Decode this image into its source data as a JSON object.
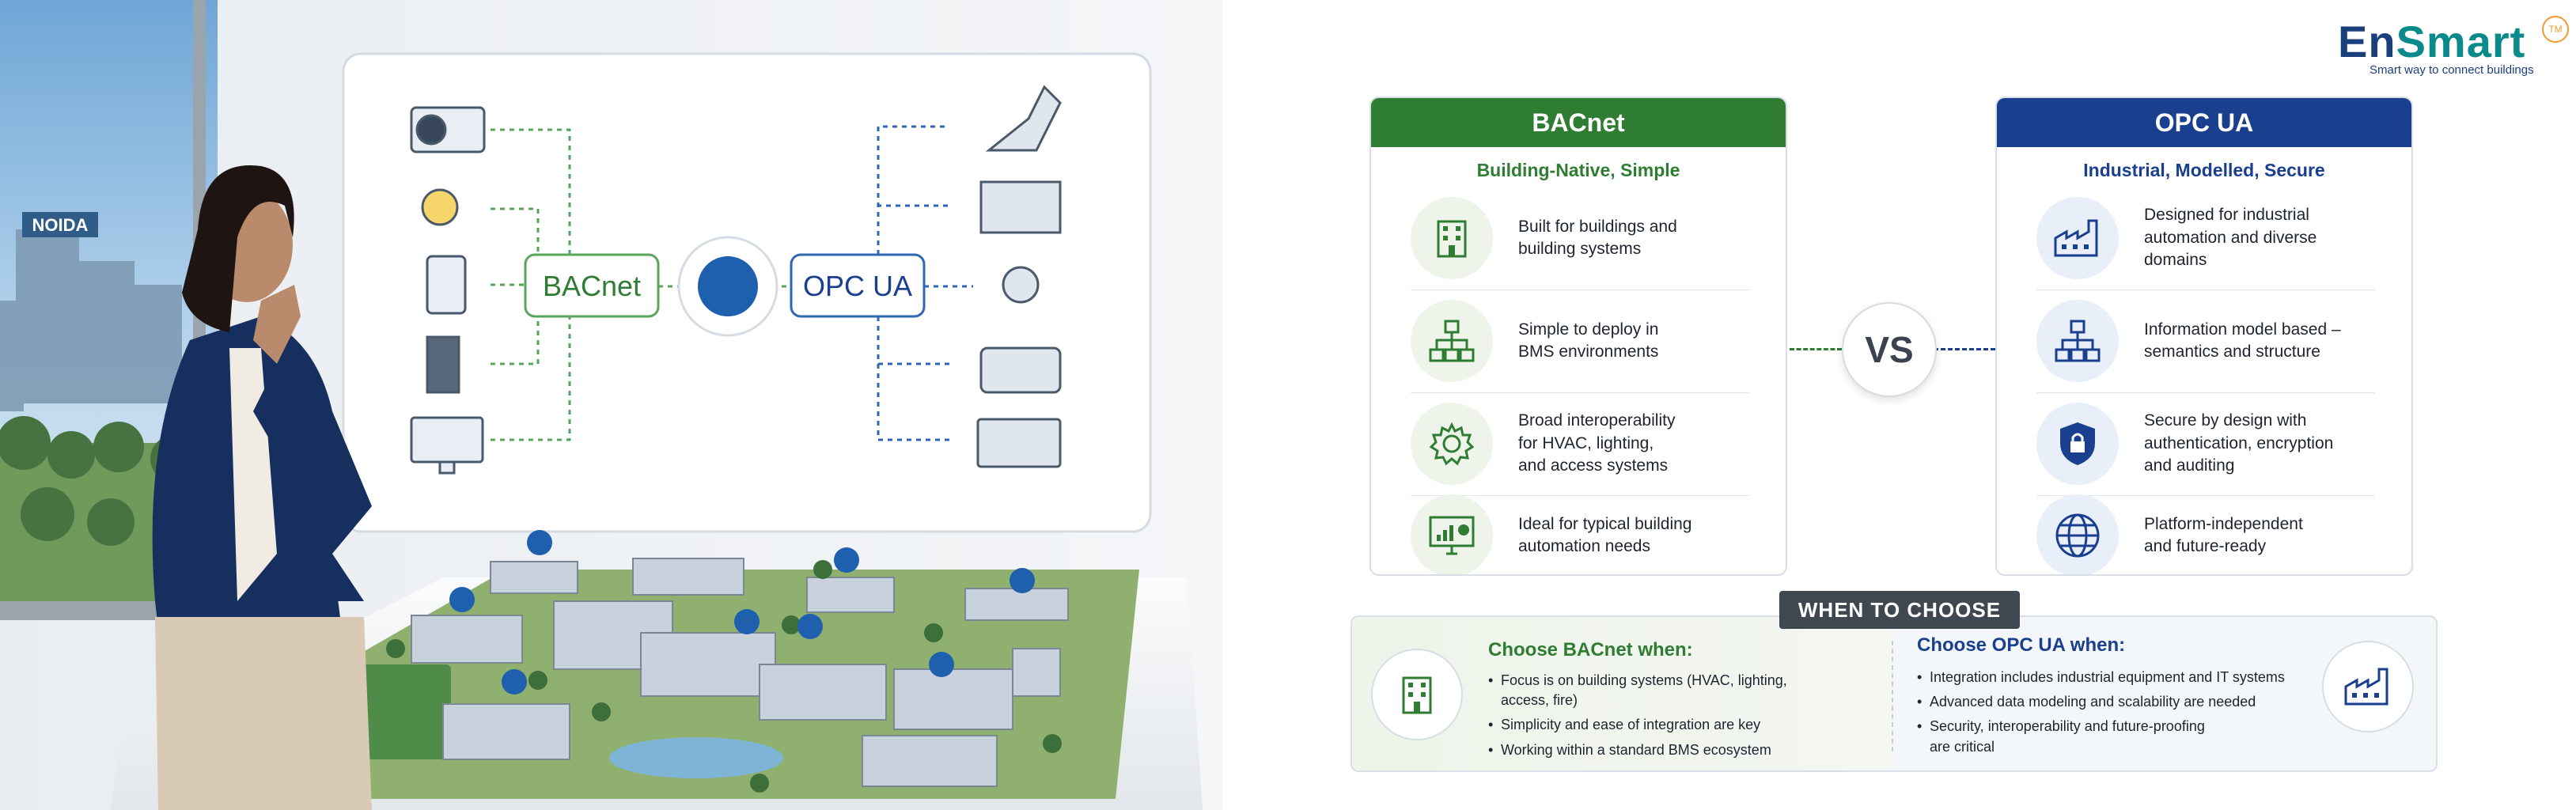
{
  "illustration": {
    "city_sign": "NOIDA",
    "board_left_protocol": "BACnet",
    "board_right_protocol": "OPC UA"
  },
  "brand": {
    "logo_part1": "En",
    "logo_part2": "Smart",
    "trademark": "TM",
    "tagline": "Smart way to connect buildings",
    "colors": {
      "en": "#1b3f7a",
      "smart": "#0a8a8a",
      "tm": "#f39a2b"
    }
  },
  "bacnet": {
    "title": "BACnet",
    "subtitle": "Building-Native, Simple",
    "color": "#2e7d32",
    "items": [
      {
        "icon": "building-icon",
        "text": "Built for buildings and\nbuilding systems"
      },
      {
        "icon": "hierarchy-icon",
        "text": "Simple to deploy in\nBMS environments"
      },
      {
        "icon": "gear-icon",
        "text": "Broad interoperability\nfor HVAC, lighting,\nand access systems"
      },
      {
        "icon": "monitor-chart-icon",
        "text": "Ideal for typical building\nautomation needs"
      }
    ]
  },
  "opcua": {
    "title": "OPC UA",
    "subtitle": "Industrial, Modelled, Secure",
    "color": "#1a3f8f",
    "items": [
      {
        "icon": "factory-icon",
        "text": "Designed for industrial\nautomation and diverse\ndomains"
      },
      {
        "icon": "hierarchy-icon",
        "text": "Information model based –\nsemantics and structure"
      },
      {
        "icon": "shield-lock-icon",
        "text": "Secure by design with\nauthentication, encryption\nand auditing"
      },
      {
        "icon": "globe-icon",
        "text": "Platform-independent\nand future-ready"
      }
    ]
  },
  "vs_label": "VS",
  "when": {
    "title": "WHEN TO CHOOSE",
    "bacnet_heading": "Choose BACnet when:",
    "bacnet_points": [
      "Focus is on building systems (HVAC, lighting,\naccess, fire)",
      "Simplicity and ease of integration are key",
      "Working within a standard BMS ecosystem"
    ],
    "opcua_heading": "Choose OPC UA when:",
    "opcua_points": [
      "Integration includes industrial equipment and IT systems",
      "Advanced data modeling and scalability are needed",
      "Security, interoperability and future-proofing\nare critical"
    ]
  }
}
